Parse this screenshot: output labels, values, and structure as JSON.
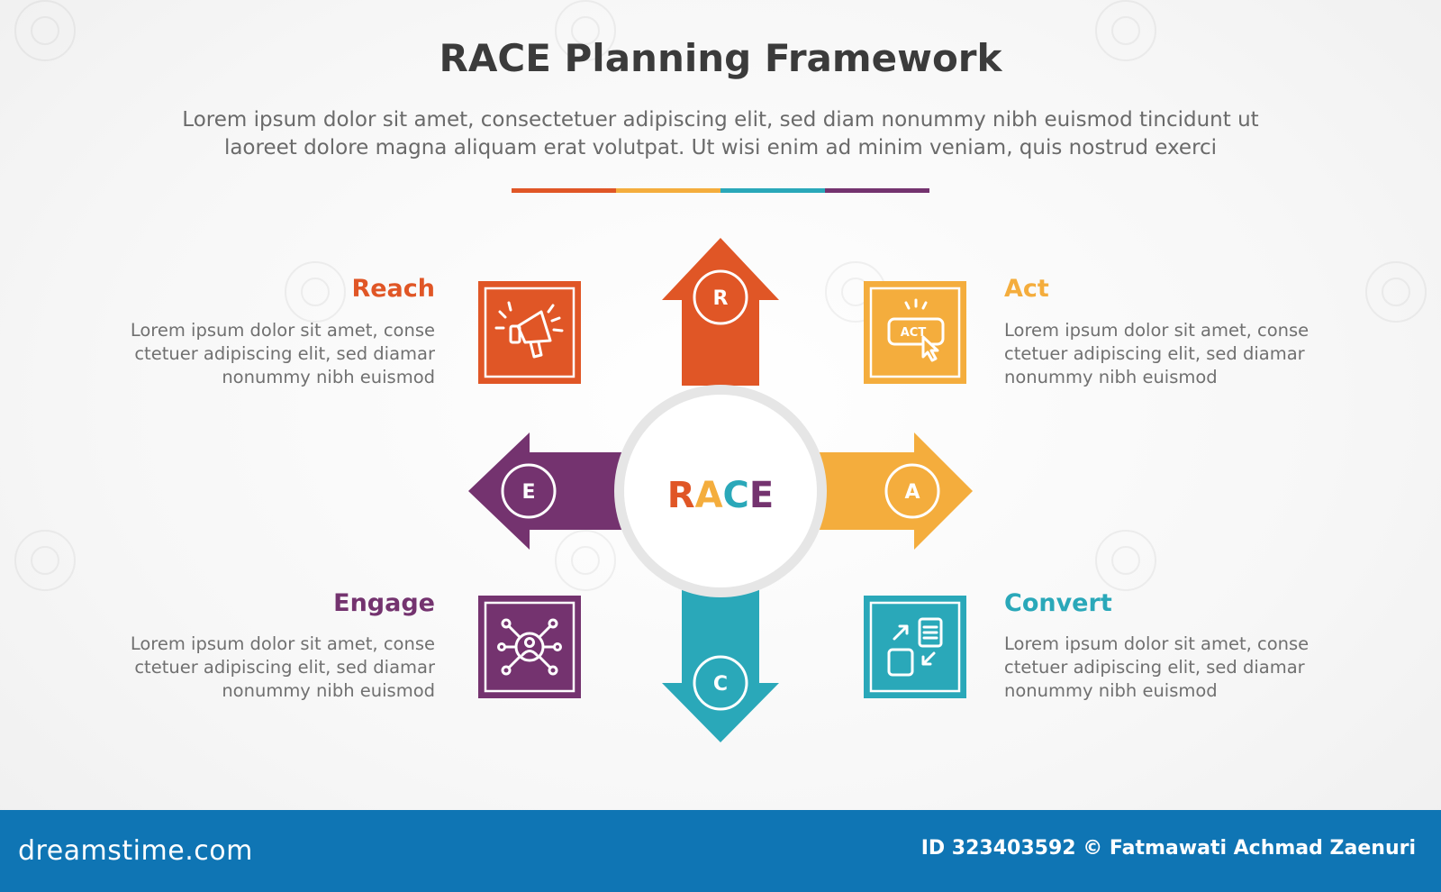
{
  "title": "RACE Planning Framework",
  "subtitle_line1": "Lorem ipsum dolor sit amet, consectetuer adipiscing elit, sed diam nonummy nibh euismod tincidunt ut",
  "subtitle_line2": "laoreet dolore magna aliquam erat volutpat. Ut wisi enim ad minim veniam, quis nostrud exerci",
  "colors": {
    "reach": "#e05626",
    "act": "#f4ad3d",
    "convert": "#2aa8b9",
    "engage": "#74336f",
    "title": "#3b3b3b",
    "footer": "#0f75b4"
  },
  "center": {
    "letters": [
      "R",
      "A",
      "C",
      "E"
    ]
  },
  "steps": {
    "reach": {
      "title": "Reach",
      "letter": "R",
      "icon": "megaphone-icon",
      "body": [
        "Lorem ipsum dolor sit amet, conse",
        "ctetuer adipiscing elit, sed diamar",
        "nonummy nibh euismod"
      ]
    },
    "act": {
      "title": "Act",
      "letter": "A",
      "icon": "act-button-click-icon",
      "icon_label": "ACT",
      "body": [
        "Lorem ipsum dolor sit amet, conse",
        "ctetuer adipiscing elit, sed diamar",
        "nonummy nibh euismod"
      ]
    },
    "engage": {
      "title": "Engage",
      "letter": "E",
      "icon": "network-user-icon",
      "body": [
        "Lorem ipsum dolor sit amet, conse",
        "ctetuer adipiscing elit, sed diamar",
        "nonummy nibh euismod"
      ]
    },
    "convert": {
      "title": "Convert",
      "letter": "C",
      "icon": "conversion-icon",
      "body": [
        "Lorem ipsum dolor sit amet, conse",
        "ctetuer adipiscing elit, sed diamar",
        "nonummy nibh euismod"
      ]
    }
  },
  "footer": {
    "logo": "dreamstime.com",
    "credit": "ID 323403592 © Fatmawati  Achmad Zaenuri"
  }
}
